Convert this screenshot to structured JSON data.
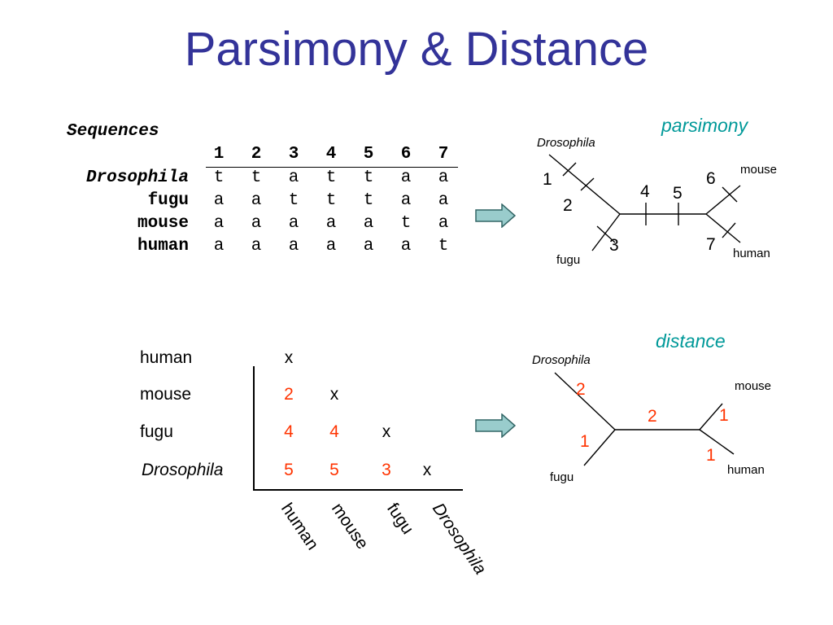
{
  "title": "Parsimony & Distance",
  "sequences": {
    "heading": "Sequences",
    "positions": [
      "1",
      "2",
      "3",
      "4",
      "5",
      "6",
      "7"
    ],
    "rows": [
      {
        "name": "Drosophila",
        "chars": [
          "t",
          "t",
          "a",
          "t",
          "t",
          "a",
          "a"
        ]
      },
      {
        "name": "fugu",
        "chars": [
          "a",
          "a",
          "t",
          "t",
          "t",
          "a",
          "a"
        ]
      },
      {
        "name": "mouse",
        "chars": [
          "a",
          "a",
          "a",
          "a",
          "a",
          "t",
          "a"
        ]
      },
      {
        "name": "human",
        "chars": [
          "a",
          "a",
          "a",
          "a",
          "a",
          "a",
          "t"
        ]
      }
    ]
  },
  "parsimony_tree": {
    "label": "parsimony",
    "leaves": {
      "drosophila": "Drosophila",
      "fugu": "fugu",
      "mouse": "mouse",
      "human": "human"
    },
    "marks": [
      "1",
      "2",
      "3",
      "4",
      "5",
      "6",
      "7"
    ]
  },
  "distance_matrix": {
    "row_labels": [
      "human",
      "mouse",
      "fugu",
      "Drosophila"
    ],
    "col_labels": [
      "human",
      "mouse",
      "fugu",
      "Drosophila"
    ],
    "diagonal": "x",
    "values": {
      "mouse_human": "2",
      "fugu_human": "4",
      "fugu_mouse": "4",
      "drosophila_human": "5",
      "drosophila_mouse": "5",
      "drosophila_fugu": "3"
    }
  },
  "distance_tree": {
    "label": "distance",
    "leaves": {
      "drosophila": "Drosophila",
      "fugu": "fugu",
      "mouse": "mouse",
      "human": "human"
    },
    "branch_lengths": {
      "drosophila": "2",
      "fugu": "1",
      "internal": "2",
      "mouse": "1",
      "human": "1"
    }
  },
  "colors": {
    "title": "#333399",
    "tree_label": "#009999",
    "distance_value": "#ff3300",
    "arrow_fill": "#99cccc"
  }
}
